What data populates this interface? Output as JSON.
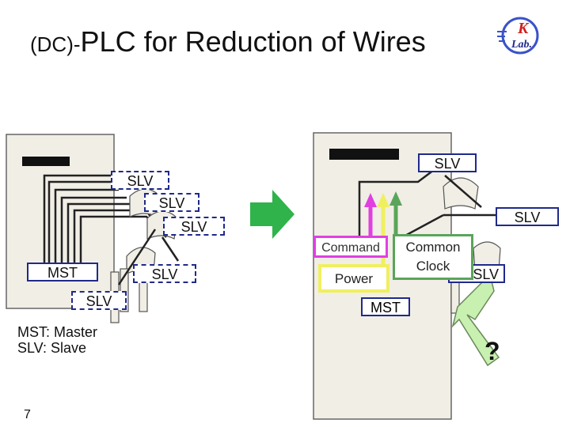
{
  "title": {
    "prefix": "(DC)-",
    "main": "PLC for Reduction of Wires"
  },
  "logo": {
    "text": "Lab."
  },
  "left_diagram": {
    "slave_labels": [
      "SLV",
      "SLV",
      "SLV",
      "SLV",
      "SLV"
    ],
    "master_label": "MST"
  },
  "right_diagram": {
    "slave_labels": [
      "SLV",
      "SLV",
      "SLV"
    ],
    "master_label": "MST",
    "command_label": "Command",
    "power_label": "Power",
    "clock_label_line1": "Common",
    "clock_label_line2": "Clock",
    "question_mark": "?"
  },
  "legend": {
    "line1": "MST: Master",
    "line2": "SLV: Slave"
  },
  "page_number": "7",
  "colors": {
    "label_border": "#1f2a8a",
    "arrow": "#2fb34a",
    "command": "#e040e0",
    "power": "#f0ef60",
    "clock": "#5aa55a",
    "callout": "#c8f0b0"
  }
}
